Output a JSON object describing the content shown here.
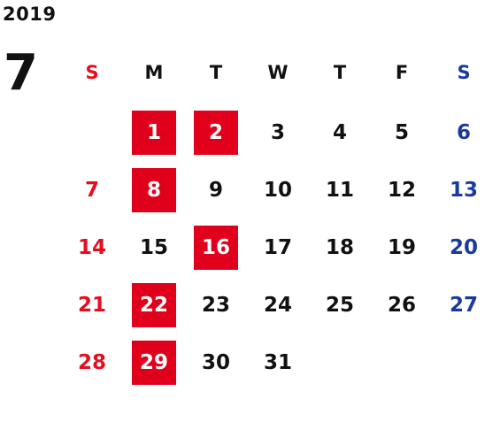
{
  "calendar": {
    "year": "2019",
    "month": "7",
    "weekdays": [
      "S",
      "M",
      "T",
      "W",
      "T",
      "F",
      "S"
    ],
    "weekday_colors": {
      "sunday": "#e60d1f",
      "saturday": "#1a3a9c",
      "weekday": "#111111",
      "highlight_bg": "#e0001b",
      "highlight_text": "#ffffff"
    },
    "weeks": [
      [
        "",
        "1",
        "2",
        "3",
        "4",
        "5",
        "6"
      ],
      [
        "7",
        "8",
        "9",
        "10",
        "11",
        "12",
        "13"
      ],
      [
        "14",
        "15",
        "16",
        "17",
        "18",
        "19",
        "20"
      ],
      [
        "21",
        "22",
        "23",
        "24",
        "25",
        "26",
        "27"
      ],
      [
        "28",
        "29",
        "30",
        "31",
        "",
        "",
        ""
      ]
    ],
    "highlighted_days": [
      "1",
      "2",
      "8",
      "16",
      "22",
      "29"
    ]
  }
}
